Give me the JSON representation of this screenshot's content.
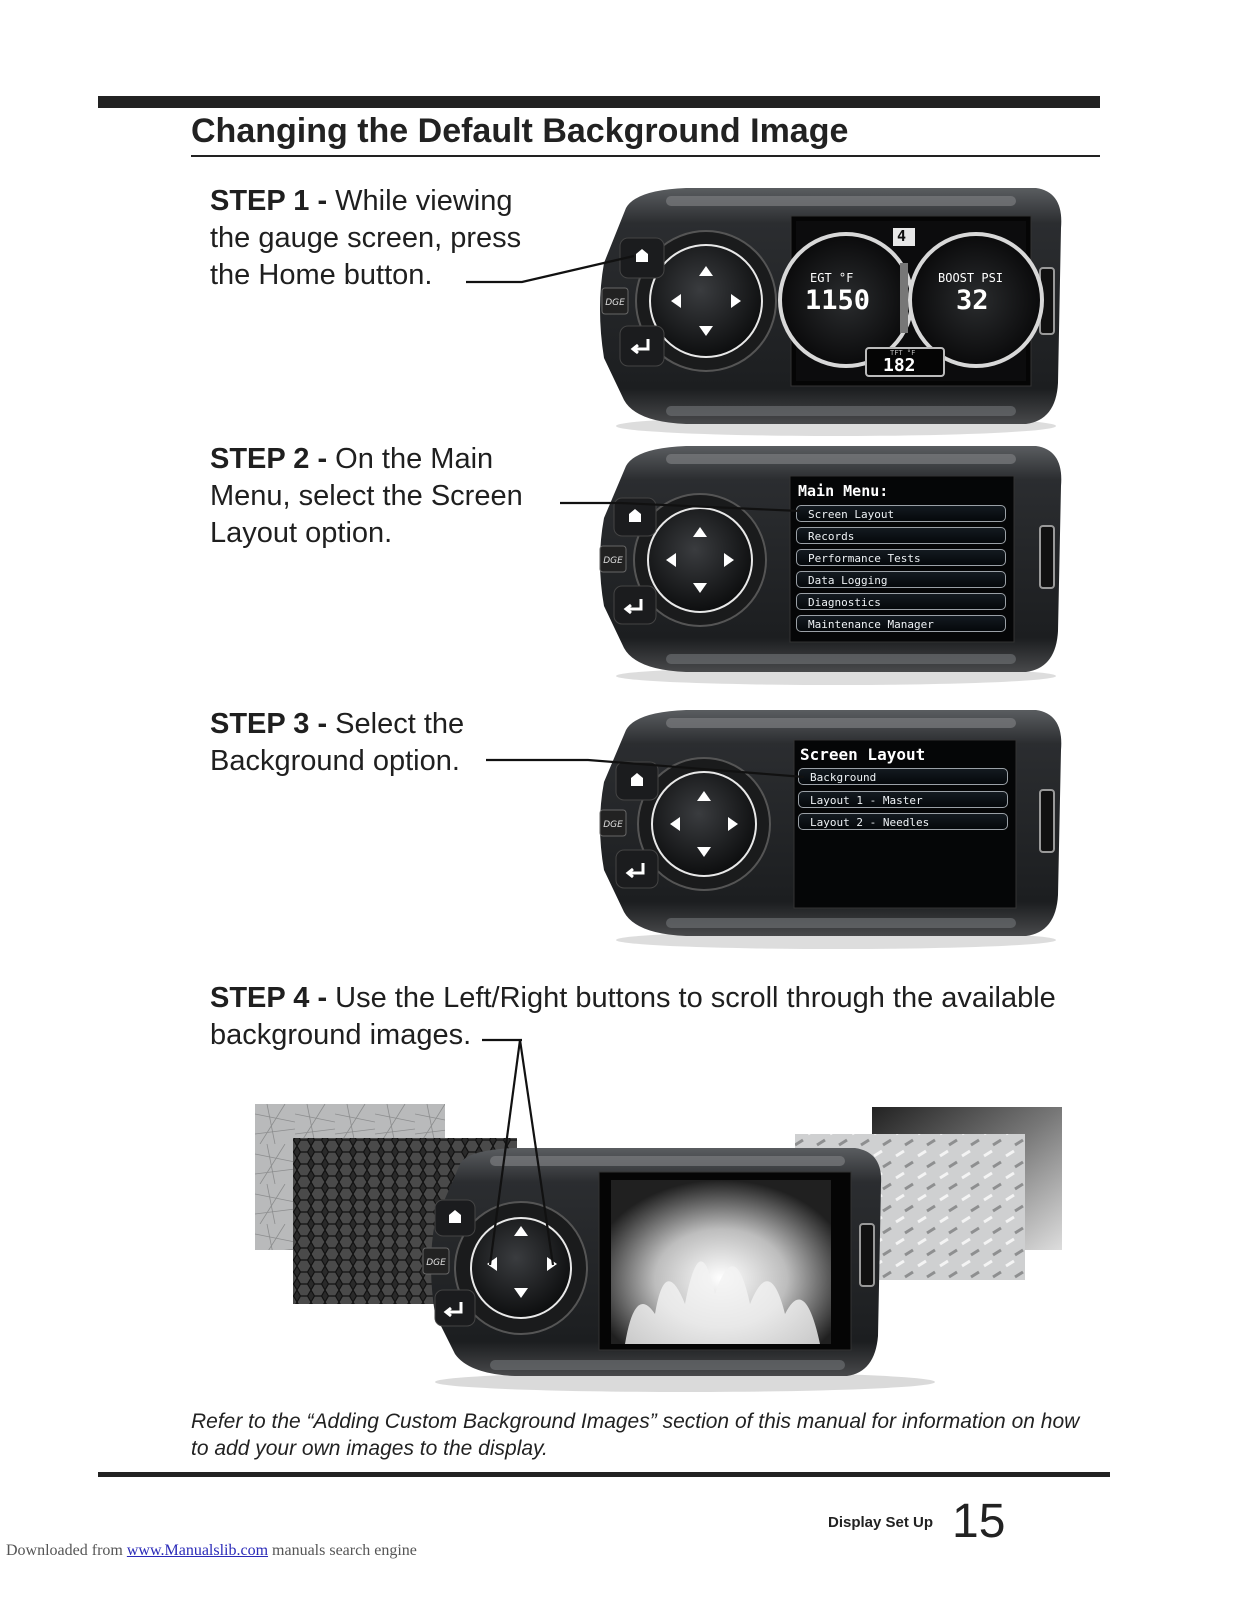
{
  "page": {
    "title": "Changing the Default Background Image",
    "section_label": "Display Set Up",
    "page_number": "15"
  },
  "steps": [
    {
      "label": "STEP 1 -",
      "text_lines": [
        "While viewing",
        "the gauge screen, press",
        "the Home button."
      ],
      "line1_rest": " While viewing"
    },
    {
      "label": "STEP 2 -",
      "line1_rest": " On the Main",
      "text_lines": [
        "Menu, select the Screen",
        "Layout option."
      ]
    },
    {
      "label": "STEP 3 -",
      "line1_rest": " Select the",
      "text_lines": [
        "Background option."
      ]
    },
    {
      "label": "STEP 4 -",
      "line1_rest": " Use the Left/Right buttons to scroll through the available",
      "text_lines": [
        "background images."
      ]
    }
  ],
  "device": {
    "brand": "DGE",
    "gauge_screen": {
      "gear": "4",
      "left_label": "EGT °F",
      "left_value": "1150",
      "right_label": "BOOST PSI",
      "right_value": "32",
      "bottom_label": "TFT °F",
      "bottom_value": "182"
    },
    "main_menu": {
      "title": "Main Menu:",
      "items": [
        "Screen Layout",
        "Records",
        "Performance Tests",
        "Data Logging",
        "Diagnostics",
        "Maintenance Manager"
      ]
    },
    "screen_layout_menu": {
      "title": "Screen Layout",
      "items": [
        "Background",
        "Layout 1 - Master",
        "Layout 2 - Needles"
      ]
    }
  },
  "note": "Refer to the “Adding Custom Background Images” section of this manual for information on how to add your own images to the display.",
  "download_note": {
    "prefix": "Downloaded from ",
    "link": "www.Manualslib.com",
    "suffix": "  manuals search engine"
  },
  "icons": [
    "home-icon",
    "enter-icon",
    "arrow-up-icon",
    "arrow-down-icon",
    "arrow-left-icon",
    "arrow-right-icon"
  ]
}
